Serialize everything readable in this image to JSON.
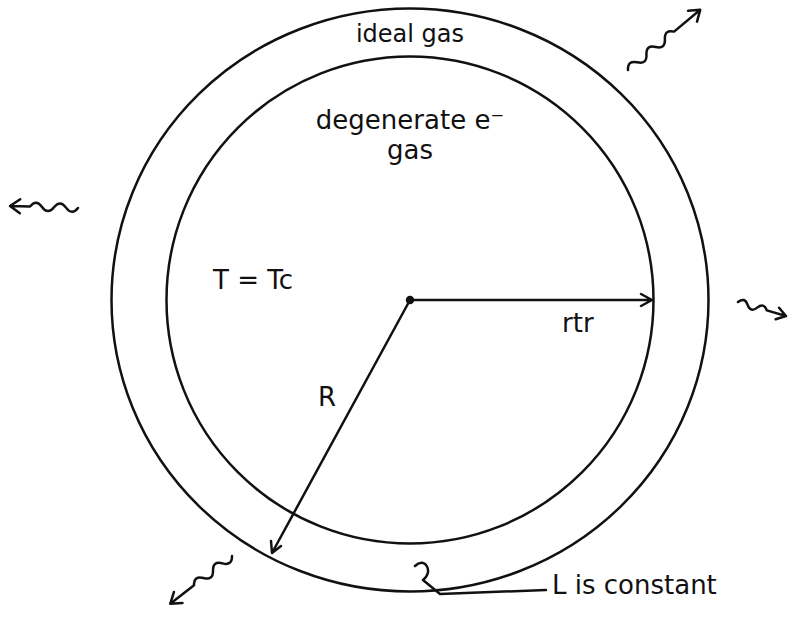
{
  "diagram": {
    "nodes": [
      {
        "text": [
          "ideal gas"
        ]
      },
      {
        "text": [
          "degenerate e⁻ gas",
          "T = Tc"
        ],
        "in": 0
      }
    ],
    "labels": [
      "rtr",
      "R",
      "L is constant"
    ]
  }
}
